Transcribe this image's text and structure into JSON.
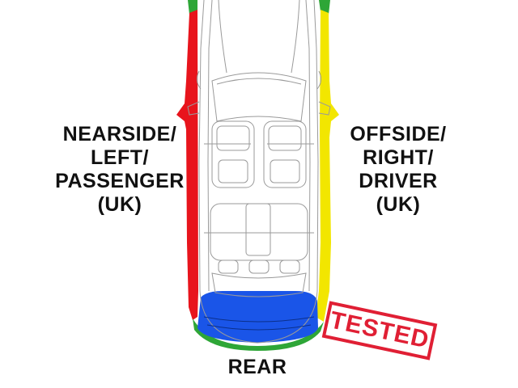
{
  "labels": {
    "left_lines": [
      "NEARSIDE/",
      "LEFT/",
      "PASSENGER",
      "(UK)"
    ],
    "right_lines": [
      "OFFSIDE/",
      "RIGHT/",
      "DRIVER",
      "(UK)"
    ],
    "rear": "REAR",
    "stamp": "TESTED"
  },
  "colors": {
    "left_side": "#e8141c",
    "right_side": "#f2e600",
    "rear_section": "#1a55e8",
    "front_corner": "#2ea637",
    "stamp": "#e01f34",
    "outline": "#9a9a9a",
    "text": "#111111"
  }
}
